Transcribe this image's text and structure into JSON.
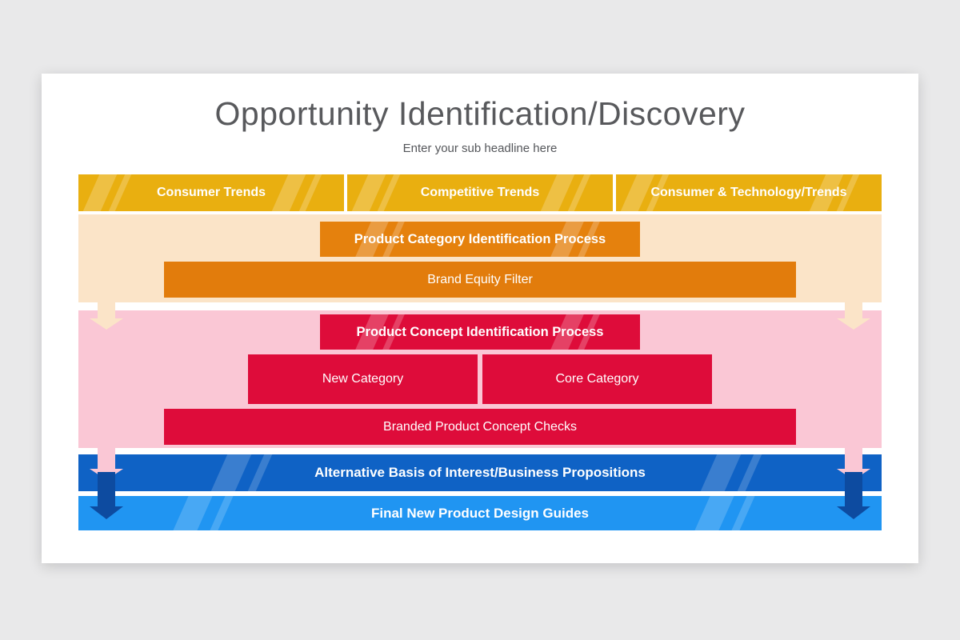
{
  "slide": {
    "title": "Opportunity Identification/Discovery",
    "subtitle": "Enter your sub headline here"
  },
  "trend_row": {
    "items": [
      {
        "label": "Consumer Trends"
      },
      {
        "label": "Competitive Trends"
      },
      {
        "label": "Consumer & Technology/Trends"
      }
    ]
  },
  "category_stage": {
    "header": "Product Category Identification Process",
    "filter": "Brand Equity Filter"
  },
  "concept_stage": {
    "header": "Product Concept Identification Process",
    "new_category": "New Category",
    "core_category": "Core Category",
    "checks": "Branded Product Concept Checks"
  },
  "outcome_stage": {
    "alternative_basis": "Alternative Basis of Interest/Business Propositions",
    "final_guides": "Final New Product Design Guides"
  },
  "colors": {
    "background": "#e9e9ea",
    "yellow": "#e9af10",
    "orange": "#e5810d",
    "peach_band": "#fbe4c8",
    "red": "#de0c3a",
    "pink_band": "#fac7d5",
    "blue_dark": "#0f62c5",
    "blue_light": "#2095f2",
    "navy_arrow": "#0d4ba0",
    "title_text": "#58595c"
  }
}
